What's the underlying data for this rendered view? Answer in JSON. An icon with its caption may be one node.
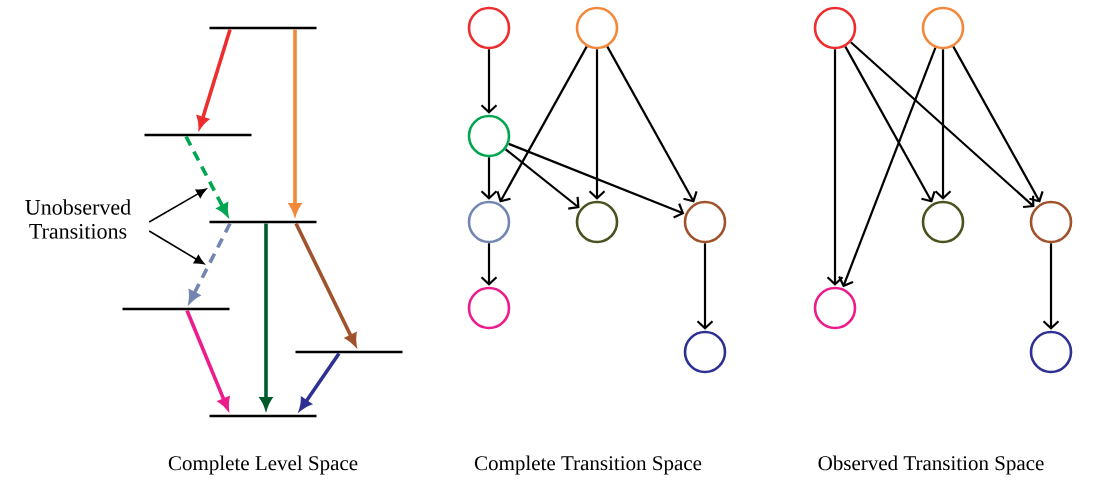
{
  "diagram": {
    "nodes": [
      {
        "text": [],
        "shape": "bar"
      },
      {
        "text": [],
        "shape": "bar"
      },
      {
        "text": [],
        "shape": "bar"
      },
      {
        "text": [],
        "shape": "bar"
      },
      {
        "text": [],
        "shape": "bar"
      },
      {
        "text": [],
        "shape": "bar"
      },
      {
        "text": [
          "Unobserved Transitions"
        ]
      },
      {
        "text": [],
        "shape": "circle"
      },
      {
        "text": [],
        "shape": "circle"
      },
      {
        "text": [],
        "shape": "circle"
      },
      {
        "text": [],
        "shape": "circle"
      },
      {
        "text": [],
        "shape": "circle"
      },
      {
        "text": [],
        "shape": "circle"
      },
      {
        "text": [],
        "shape": "circle"
      },
      {
        "text": [],
        "shape": "circle"
      },
      {
        "text": [],
        "shape": "circle"
      },
      {
        "text": [],
        "shape": "circle"
      },
      {
        "text": [],
        "shape": "circle"
      },
      {
        "text": [],
        "shape": "circle"
      },
      {
        "text": [],
        "shape": "circle"
      },
      {
        "text": [],
        "shape": "circle"
      }
    ],
    "edges": [
      {
        "from": 0,
        "to": 1,
        "arrow": "to",
        "color": "#ed2d2e"
      },
      {
        "from": 0,
        "to": 2,
        "arrow": "to",
        "color": "#f3883a"
      },
      {
        "from": 1,
        "to": 2,
        "arrow": "to",
        "style": "dashed",
        "color": "#00a650"
      },
      {
        "from": 2,
        "to": 3,
        "arrow": "to",
        "style": "dashed",
        "color": "#7386b1"
      },
      {
        "from": 2,
        "to": 5,
        "arrow": "to",
        "color": "#005a2b"
      },
      {
        "from": 2,
        "to": 4,
        "arrow": "to",
        "color": "#a0522d"
      },
      {
        "from": 3,
        "to": 5,
        "arrow": "to",
        "color": "#ec1c8c"
      },
      {
        "from": 4,
        "to": 5,
        "arrow": "to",
        "color": "#2e3192"
      },
      {
        "from": 6,
        "to": null,
        "arrow": "to"
      },
      {
        "from": 6,
        "to": null,
        "arrow": "to"
      },
      {
        "from": 7,
        "to": 9,
        "arrow": "to"
      },
      {
        "from": 9,
        "to": 10,
        "arrow": "to"
      },
      {
        "from": 8,
        "to": 10,
        "arrow": "to"
      },
      {
        "from": 9,
        "to": 11,
        "arrow": "to"
      },
      {
        "from": 8,
        "to": 11,
        "arrow": "to"
      },
      {
        "from": 9,
        "to": 12,
        "arrow": "to"
      },
      {
        "from": 8,
        "to": 12,
        "arrow": "to"
      },
      {
        "from": 10,
        "to": 13,
        "arrow": "to"
      },
      {
        "from": 12,
        "to": 14,
        "arrow": "to"
      },
      {
        "from": 15,
        "to": 19,
        "arrow": "to"
      },
      {
        "from": 15,
        "to": 17,
        "arrow": "to"
      },
      {
        "from": 15,
        "to": 18,
        "arrow": "to"
      },
      {
        "from": 16,
        "to": 19,
        "arrow": "to"
      },
      {
        "from": 16,
        "to": 17,
        "arrow": "to"
      },
      {
        "from": 16,
        "to": 18,
        "arrow": "to"
      },
      {
        "from": 18,
        "to": 20,
        "arrow": "to"
      }
    ],
    "labels": [
      "Complete Level Space",
      "Complete Transition Space",
      "Observed Transition Space"
    ]
  }
}
